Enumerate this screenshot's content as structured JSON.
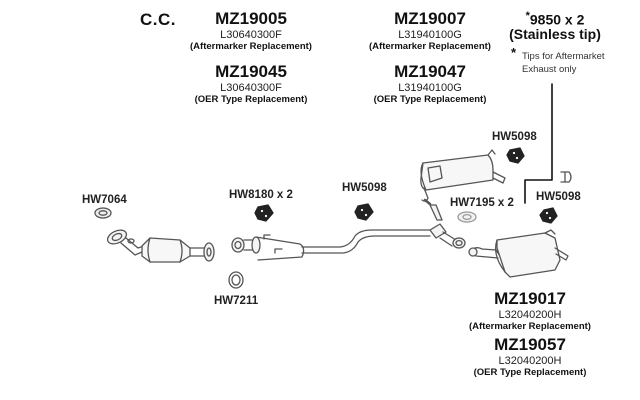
{
  "title": "C.C.",
  "top_parts": [
    {
      "part": "MZ19005",
      "oem": "L30640300F",
      "note": "(Aftermarker Replacement)"
    },
    {
      "part": "MZ19045",
      "oem": "L30640300F",
      "note": "(OER Type Replacement)"
    },
    {
      "part": "MZ19007",
      "oem": "L31940100G",
      "note": "(Aftermarker Replacement)"
    },
    {
      "part": "MZ19047",
      "oem": "L31940100G",
      "note": "(OER Type Replacement)"
    }
  ],
  "tip": {
    "star": "*",
    "label": "9850 x 2",
    "sub": "(Stainless tip)",
    "note_star": "*",
    "note_line1": "Tips for Aftermarket",
    "note_line2": "Exhaust only"
  },
  "hardware": {
    "hw7064": "HW7064",
    "hw8180": "HW8180 x 2",
    "hw5098_mid": "HW5098",
    "hw5098_top": "HW5098",
    "hw5098_right": "HW5098",
    "hw7195": "HW7195 x 2",
    "hw7211": "HW7211"
  },
  "bottom_parts": [
    {
      "part": "MZ19017",
      "oem": "L32040200H",
      "note": "(Aftermarker Replacement)"
    },
    {
      "part": "MZ19057",
      "oem": "L32040200H",
      "note": "(OER Type Replacement)"
    }
  ]
}
